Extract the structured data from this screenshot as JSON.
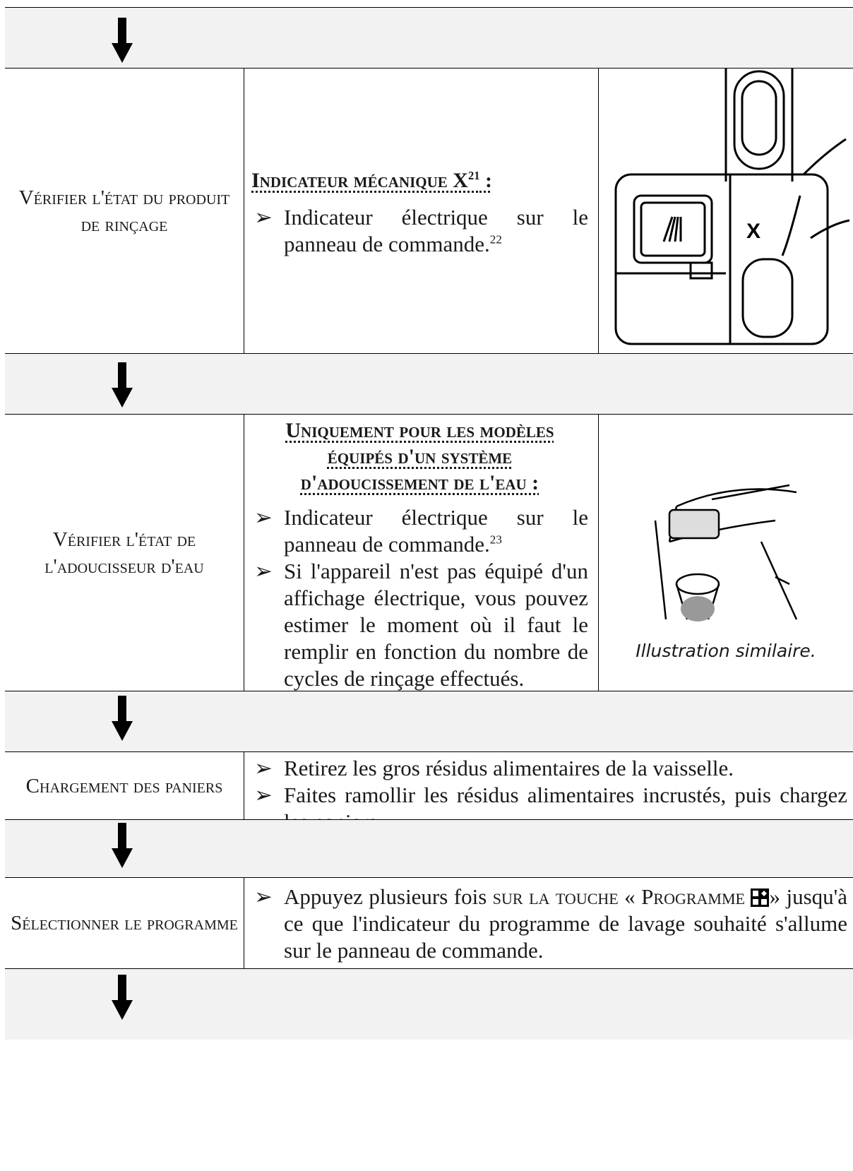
{
  "rows": {
    "rinse": {
      "label": "Vérifier l'état du produit de rinçage",
      "heading": "Indicateur mécanique X",
      "heading_sup": "21",
      "heading_colon": " :",
      "bullets": [
        {
          "text": "Indicateur électrique sur le panneau de commande.",
          "sup": "22"
        }
      ],
      "figure_letter": "X"
    },
    "softener": {
      "label": "Vérifier l'état de l'adoucisseur d'eau",
      "heading": "Uniquement pour les modèles équipés d'un système d'adoucissement de l'eau :",
      "bullets": [
        {
          "text": "Indicateur électrique sur le panneau de commande.",
          "sup": "23"
        },
        {
          "text": "Si l'appareil n'est pas équipé d'un affichage électrique, vous pouvez estimer le moment où il faut le remplir en fonction du nombre de cycles de rinçage effectués."
        }
      ],
      "caption": "Illustration similaire."
    },
    "loading": {
      "label": "Chargement des paniers",
      "bullets": [
        {
          "text": "Retirez les gros résidus alimentaires de la vaisselle."
        },
        {
          "text": "Faites ramollir les résidus alimentaires incrustés, puis chargez les paniers."
        }
      ]
    },
    "program": {
      "label": "Sélectionner le programme",
      "bullet_pre": "Appuyez plusieurs fois ",
      "bullet_sc1": "sur la touche",
      "bullet_mid": " « Programme ",
      "bullet_post": "» jusqu'à ce que l'indicateur du programme de lavage souhaité s'allume sur le panneau de commande."
    }
  },
  "bullet_symbol": "➢",
  "icons": {
    "arrow": "down-arrow-icon",
    "program_key": "program-key-icon"
  }
}
